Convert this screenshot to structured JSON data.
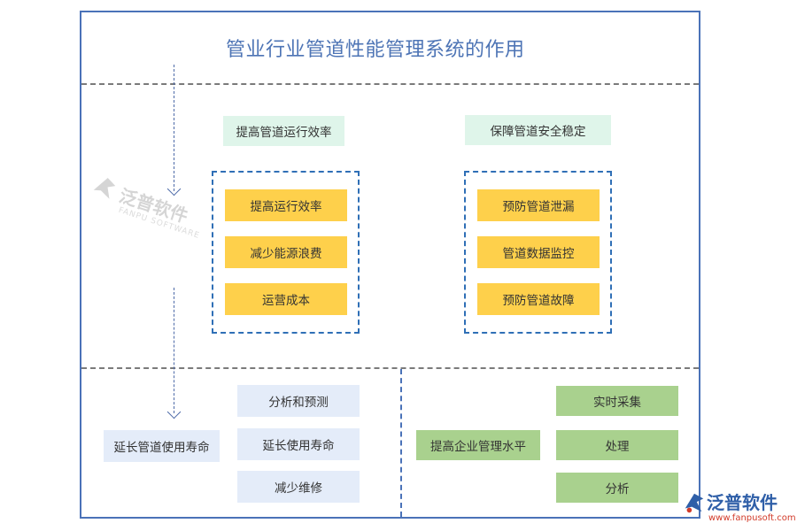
{
  "title": "管业行业管道性能管理系统的作用",
  "top_left": {
    "heading": "提高管道运行效率",
    "items": [
      "提高运行效率",
      "减少能源浪费",
      "运营成本"
    ]
  },
  "top_right": {
    "heading": "保障管道安全稳定",
    "items": [
      "预防管道泄漏",
      "管道数据监控",
      "预防管道故障"
    ]
  },
  "bottom_left": {
    "heading": "延长管道使用寿命",
    "items": [
      "分析和预测",
      "延长使用寿命",
      "减少维修"
    ]
  },
  "bottom_right": {
    "heading": "提高企业管理水平",
    "items": [
      "实时采集",
      "处理",
      "分析"
    ]
  },
  "watermark": {
    "name": "泛普软件",
    "sub": "FANPU SOFTWARE"
  },
  "brand": {
    "name": "泛普软件",
    "url": "www.fanpusoft.com"
  },
  "colors": {
    "frame": "#4a72b8",
    "title": "#4d74b5",
    "heading_green": "#dff5ea",
    "yellow": "#fed04b",
    "light_blue": "#e4ecf9",
    "green": "#a9d18e"
  }
}
